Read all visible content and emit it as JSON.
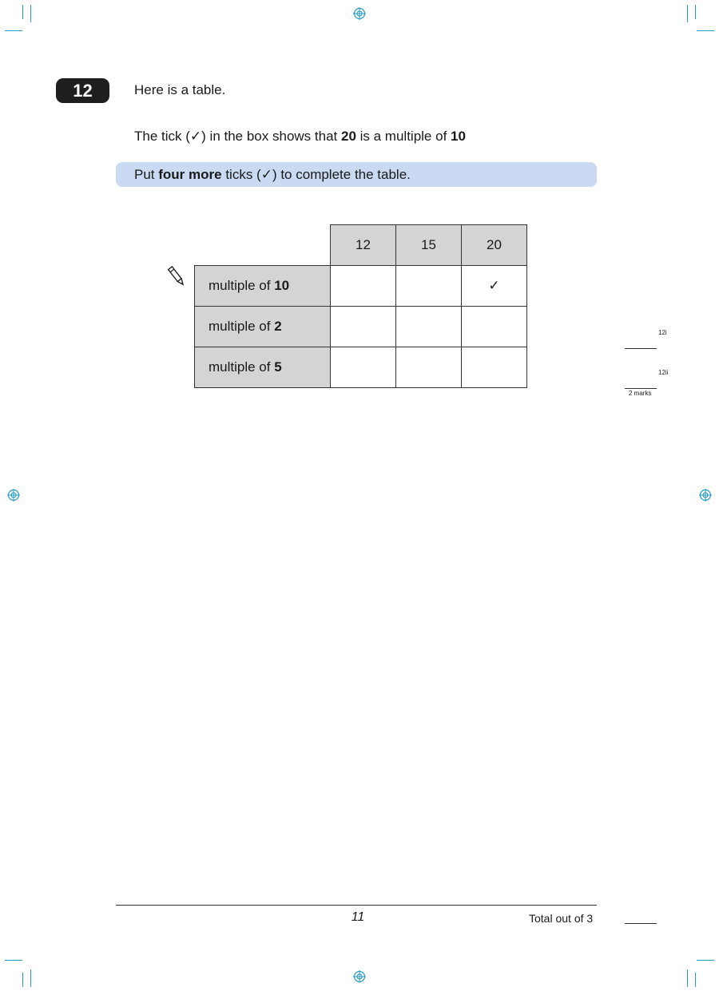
{
  "question": {
    "number": "12",
    "intro": "Here is a table.",
    "line2": {
      "p1": "The tick (",
      "tick": "✓",
      "p2": ") in the box shows that ",
      "num1": "20",
      "p3": " is a multiple of ",
      "num2": "10"
    },
    "instruction": {
      "p1": "Put ",
      "bold": "four more",
      "p2": " ticks (",
      "tick": "✓",
      "p3": ") to complete the table."
    }
  },
  "table": {
    "columns": [
      "12",
      "15",
      "20"
    ],
    "rows": [
      {
        "label": "multiple of ",
        "bold": "10",
        "cells": [
          "",
          "",
          "✓"
        ]
      },
      {
        "label": "multiple of ",
        "bold": "2",
        "cells": [
          "",
          "",
          ""
        ]
      },
      {
        "label": "multiple of ",
        "bold": "5",
        "cells": [
          "",
          "",
          ""
        ]
      }
    ]
  },
  "margin": {
    "mark1": "12i",
    "mark2": "12ii",
    "marks_label": "2 marks"
  },
  "footer": {
    "page_number": "11",
    "total": "Total out of 3"
  },
  "colors": {
    "badge": "#1e1e1e",
    "instruction_bg": "#c9daf2",
    "header_cell_bg": "#d4d4d4",
    "crop_mark": "#2a9bc4"
  },
  "icons": [
    "pencil-icon",
    "registration-mark-icon"
  ]
}
